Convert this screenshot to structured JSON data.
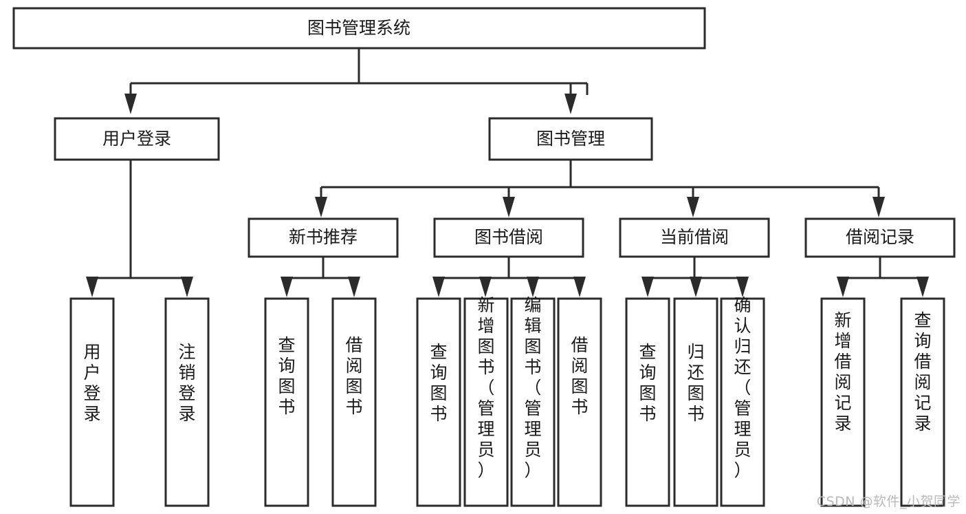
{
  "diagram": {
    "type": "tree-hierarchy",
    "title": "图书管理系统",
    "orientation": "top-down",
    "colors": {
      "box_stroke": "#2b2b2b",
      "box_fill": "#ffffff",
      "connector": "#2b2b2b",
      "text": "#1a1a1a",
      "background": "#ffffff",
      "watermark": "#b9b9b9"
    },
    "root": {
      "label": "图书管理系统"
    },
    "level2": [
      {
        "label": "用户登录"
      },
      {
        "label": "图书管理"
      }
    ],
    "level3": [
      {
        "label": "新书推荐"
      },
      {
        "label": "图书借阅"
      },
      {
        "label": "当前借阅"
      },
      {
        "label": "借阅记录"
      }
    ],
    "leaves": {
      "user_login": [
        {
          "label": "用户登录"
        },
        {
          "label": "注销登录"
        }
      ],
      "new_book_recommend": [
        {
          "label": "查询图书"
        },
        {
          "label": "借阅图书"
        }
      ],
      "book_borrow": [
        {
          "label": "查询图书"
        },
        {
          "label": "新增图书（管理员）"
        },
        {
          "label": "编辑图书（管理员）"
        },
        {
          "label": "借阅图书"
        }
      ],
      "current_borrow": [
        {
          "label": "查询图书"
        },
        {
          "label": "归还图书"
        },
        {
          "label": "确认归还（管理员）"
        }
      ],
      "borrow_record": [
        {
          "label": "新增借阅记录"
        },
        {
          "label": "查询借阅记录"
        }
      ]
    }
  },
  "watermark": {
    "text": "CSDN @软件_小贺同学"
  }
}
